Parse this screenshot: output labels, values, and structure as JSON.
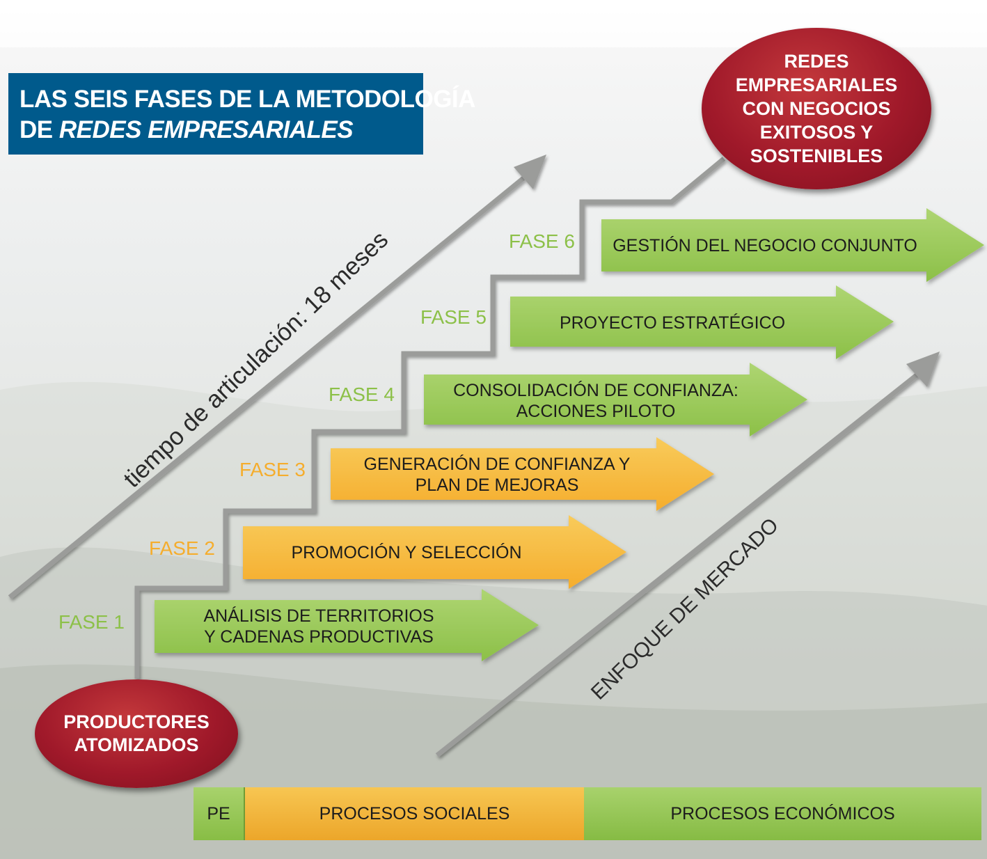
{
  "title": {
    "line1": "LAS SEIS FASES DE LA METODOLOGÍA",
    "line2_prefix": "DE ",
    "line2_em": "REDES EMPRESARIALES"
  },
  "goal": "REDES EMPRESARIALES CON NEGOCIOS EXITOSOS Y SOSTENIBLES",
  "goal_lines": [
    "REDES",
    "EMPRESARIALES",
    "CON NEGOCIOS",
    "EXITOSOS Y",
    "SOSTENIBLES"
  ],
  "start_lines": [
    "PRODUCTORES",
    "ATOMIZADOS"
  ],
  "time_label": "tiempo de articulación: 18 meses",
  "market_label": "ENFOQUE DE MERCADO",
  "phases": [
    {
      "label": "FASE 1",
      "lines": [
        "ANÁLISIS DE TERRITORIOS",
        "Y CADENAS PRODUCTIVAS"
      ],
      "color": "green"
    },
    {
      "label": "FASE 2",
      "lines": [
        "PROMOCIÓN Y SELECCIÓN"
      ],
      "color": "orange"
    },
    {
      "label": "FASE 3",
      "lines": [
        "GENERACIÓN DE CONFIANZA Y",
        "PLAN DE MEJORAS"
      ],
      "color": "orange"
    },
    {
      "label": "FASE 4",
      "lines": [
        "CONSOLIDACIÓN DE CONFIANZA:",
        "ACCIONES PILOTO"
      ],
      "color": "green"
    },
    {
      "label": "FASE 5",
      "lines": [
        "PROYECTO ESTRATÉGICO"
      ],
      "color": "green"
    },
    {
      "label": "FASE 6",
      "lines": [
        "GESTIÓN DEL NEGOCIO CONJUNTO"
      ],
      "color": "green"
    }
  ],
  "bottom_bar": {
    "pe": "PE",
    "social": "PROCESOS SOCIALES",
    "economic": "PROCESOS ECONÓMICOS"
  },
  "colors": {
    "title_bg": "#005a8c",
    "oval": "#a0192a",
    "green": "#8cc048",
    "orange": "#f5ad2d",
    "arrow_gray": "#9b9c9a"
  }
}
